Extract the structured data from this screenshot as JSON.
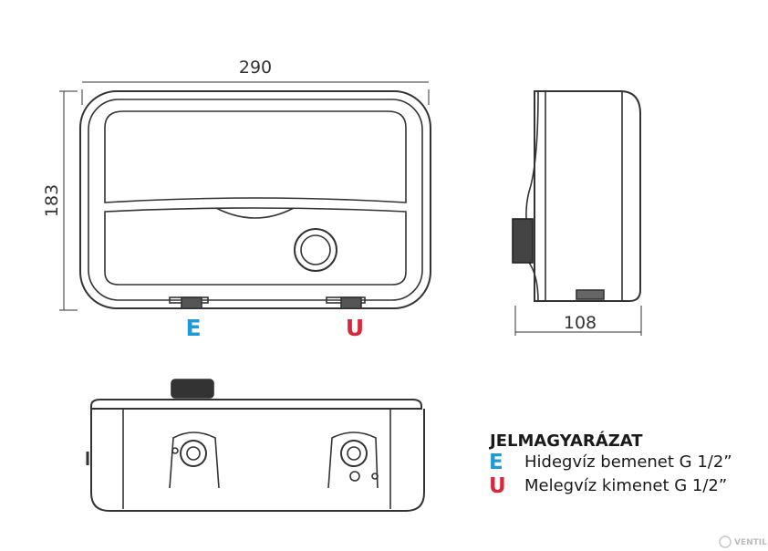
{
  "dimensions": {
    "width": "290",
    "height": "183",
    "depth": "108"
  },
  "connections": {
    "inlet_letter": "E",
    "outlet_letter": "U"
  },
  "legend": {
    "title": "JELMAGYARÁZAT",
    "items": [
      {
        "letter": "E",
        "text": "Hidegvíz bemenet G 1/2”"
      },
      {
        "letter": "U",
        "text": "Melegvíz kimenet G 1/2”"
      }
    ]
  },
  "watermark": "VENTIL",
  "colors": {
    "inlet": "#1e9ad6",
    "outlet": "#d9263a",
    "line": "#333333"
  }
}
